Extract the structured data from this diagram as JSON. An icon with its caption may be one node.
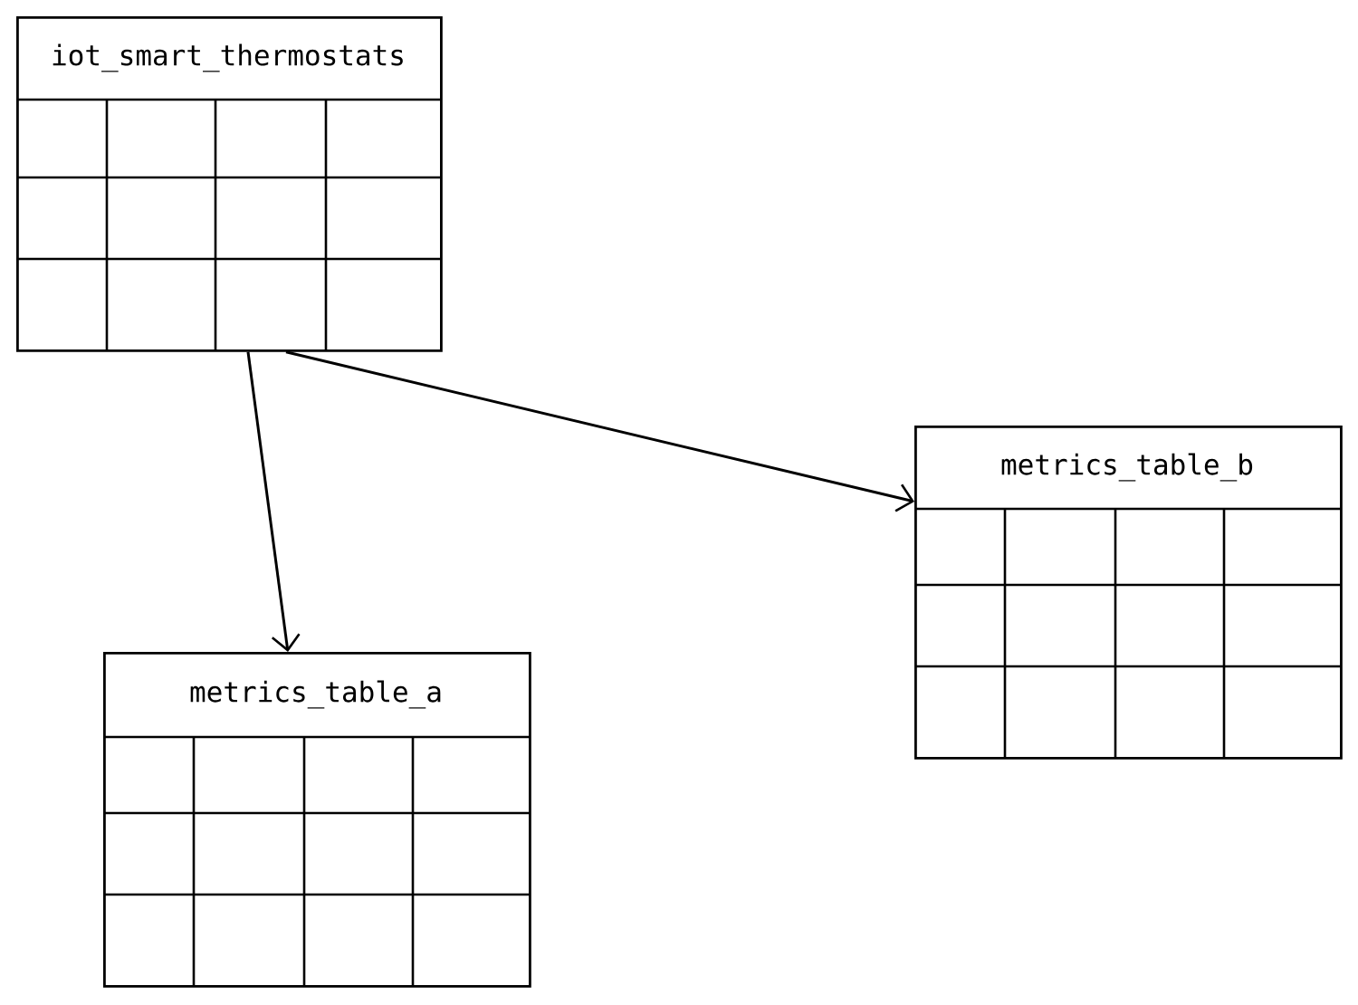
{
  "diagram": {
    "nodes": [
      {
        "text": [
          "iot_smart_thermostats"
        ]
      },
      {
        "text": [
          "metrics_table_b"
        ]
      },
      {
        "text": [
          "metrics_table_a"
        ]
      }
    ],
    "edges": [
      {
        "from": 0,
        "to": 1,
        "arrow": "to"
      },
      {
        "from": 0,
        "to": 2,
        "arrow": "to"
      }
    ]
  }
}
